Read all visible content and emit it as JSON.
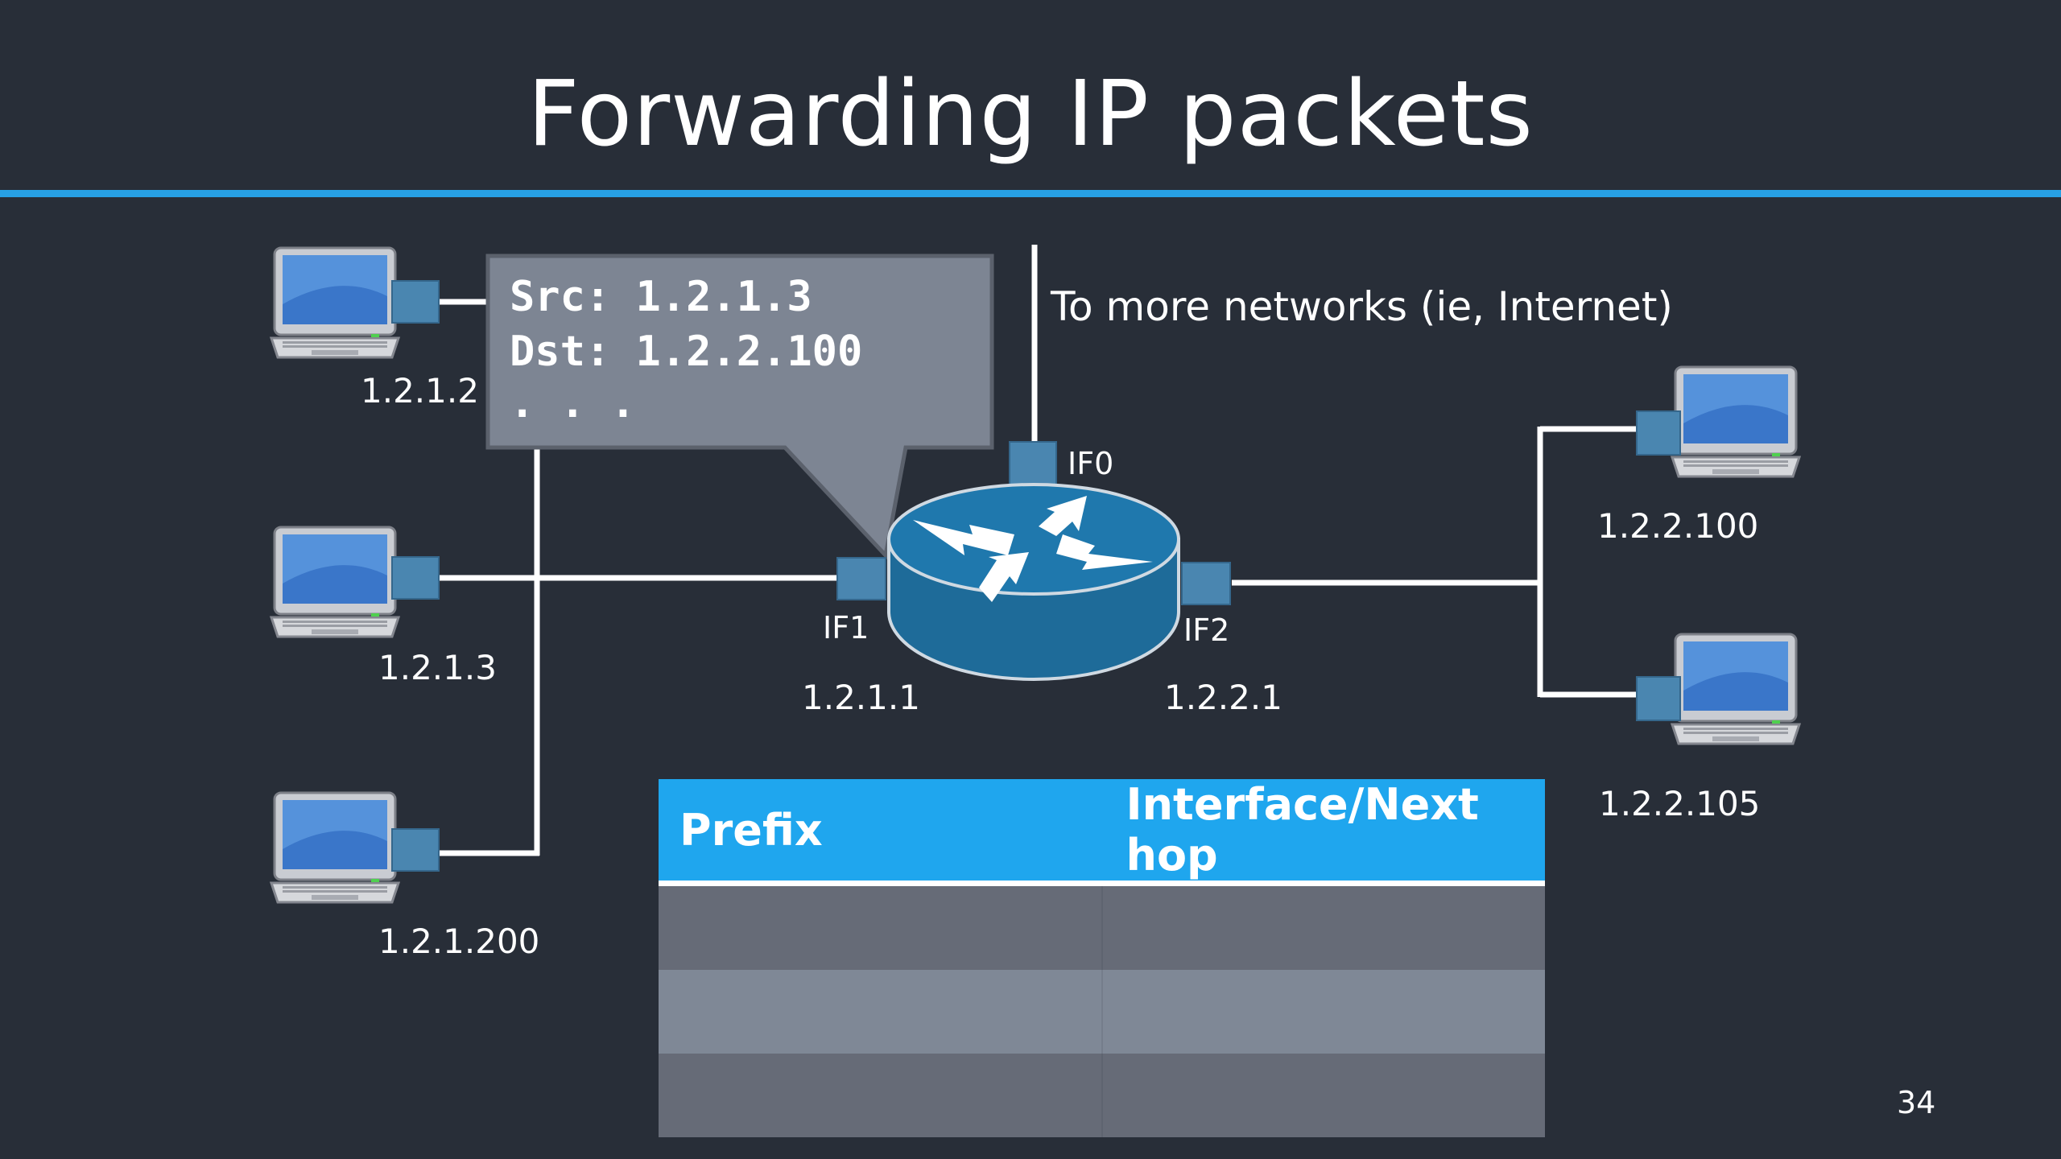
{
  "slide": {
    "title": "Forwarding IP packets",
    "page_number": "34"
  },
  "packet": {
    "src_line": "Src: 1.2.1.3",
    "dst_line": "Dst: 1.2.2.100",
    "more_line": ". . ."
  },
  "uplink_label": "To more networks (ie, Internet)",
  "router": {
    "interfaces": [
      {
        "name": "IF0"
      },
      {
        "name": "IF1",
        "address": "1.2.1.1"
      },
      {
        "name": "IF2",
        "address": "1.2.2.1"
      }
    ]
  },
  "hosts": {
    "left": [
      {
        "address": "1.2.1.2"
      },
      {
        "address": "1.2.1.3"
      },
      {
        "address": "1.2.1.200"
      }
    ],
    "right": [
      {
        "address": "1.2.2.100"
      },
      {
        "address": "1.2.2.105"
      }
    ]
  },
  "forwarding_table": {
    "columns": [
      "Prefix",
      "Interface/Next hop"
    ],
    "rows": [
      [
        "",
        ""
      ],
      [
        "",
        ""
      ],
      [
        "",
        ""
      ]
    ]
  },
  "colors": {
    "background": "#282e38",
    "accent": "#27a0e4",
    "router": "#1f6f9e",
    "port": "#4a86b0",
    "callout": "#7d8593",
    "table_header": "#1fa6ee"
  }
}
